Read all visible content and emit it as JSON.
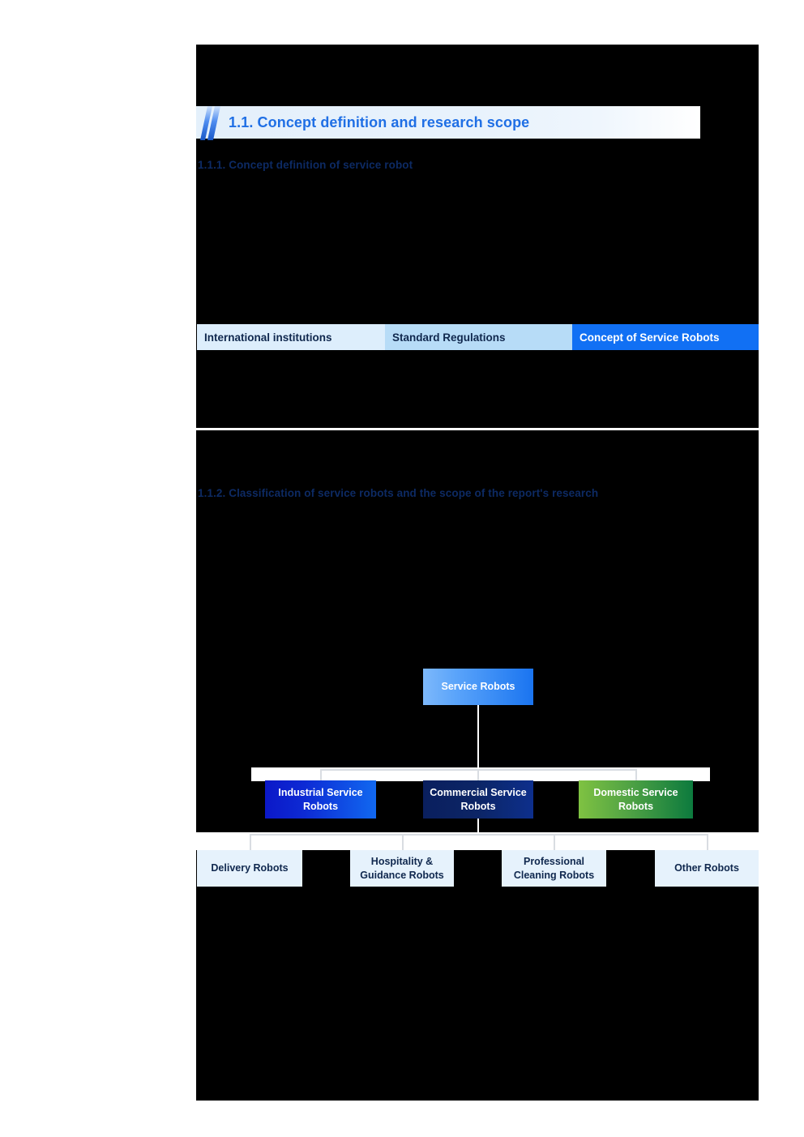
{
  "page": {
    "background_color": "#000000",
    "sheet_color": "#ffffff"
  },
  "section": {
    "number": "1.1.",
    "title": "1.1. Concept definition and research scope",
    "accent_color": "#1f6fe5",
    "bar_color": "#e4f0fb",
    "icon": "double-slash-icon"
  },
  "subsections": [
    {
      "id": "1.1.1",
      "heading": "1.1.1. Concept definition of service robot",
      "color": "#0d2a63"
    },
    {
      "id": "1.1.2",
      "heading": "1.1.2. Classification of service robots and the scope of the report's research",
      "color": "#0d2a63"
    }
  ],
  "table": {
    "headers": [
      {
        "label": "International institutions",
        "bg": "#ddeefc",
        "fg": "#10284e"
      },
      {
        "label": "Standard Regulations",
        "bg": "#b7dcf7",
        "fg": "#10284e"
      },
      {
        "label": "Concept of Service Robots",
        "bg": "#1170f4",
        "fg": "#ffffff"
      }
    ]
  },
  "diagram": {
    "type": "hierarchy-tree",
    "root": {
      "label": "Service Robots",
      "fg": "#ffffff"
    },
    "level2": [
      {
        "label": "Industrial Service Robots",
        "fg": "#ffffff",
        "accent": "#0d2ad4"
      },
      {
        "label": "Commercial Service Robots",
        "fg": "#ffffff",
        "accent": "#0c2566"
      },
      {
        "label": "Domestic Service Robots",
        "fg": "#ffffff",
        "accent": "#4fa244"
      }
    ],
    "level3": [
      {
        "label": "Delivery Robots",
        "fg": "#10284e",
        "bg": "#e6f2fc"
      },
      {
        "label": "Hospitality & Guidance Robots",
        "fg": "#10284e",
        "bg": "#e6f2fc"
      },
      {
        "label": "Professional Cleaning Robots",
        "fg": "#10284e",
        "bg": "#e6f2fc"
      },
      {
        "label": "Other Robots",
        "fg": "#10284e",
        "bg": "#e6f2fc"
      }
    ]
  }
}
